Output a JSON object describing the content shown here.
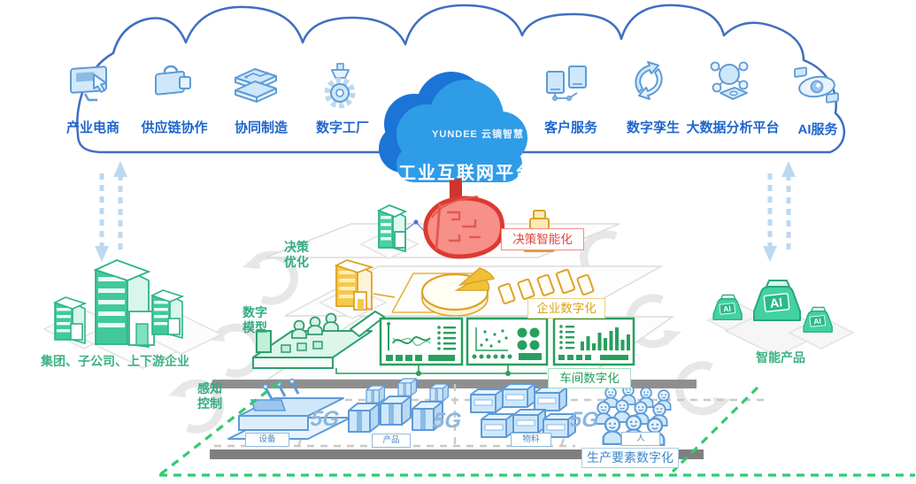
{
  "colors": {
    "brand_blue": "#2f9ce8",
    "deep_blue": "#1b74d6",
    "label_blue": "#1f66cc",
    "icon_blue": "#5e9bd8",
    "green": "#3bb385",
    "yellow": "#e0a62e",
    "red": "#e8423b",
    "platform_gray": "#8f8f8f"
  },
  "cloud": {
    "brand": "YUNDEE 云镝智慧",
    "title": "工业互联网平台"
  },
  "cloud_services": {
    "left": [
      {
        "label": "产业电商",
        "icon": "industry-ecommerce-icon"
      },
      {
        "label": "供应链协作",
        "icon": "supply-chain-icon"
      },
      {
        "label": "协同制造",
        "icon": "collaborative-manufacturing-icon"
      },
      {
        "label": "数字工厂",
        "icon": "digital-factory-icon"
      }
    ],
    "right": [
      {
        "label": "客户服务",
        "icon": "customer-service-icon"
      },
      {
        "label": "数字孪生",
        "icon": "digital-twin-icon"
      },
      {
        "label": "大数据分析平台",
        "icon": "big-data-analytics-icon"
      },
      {
        "label": "AI服务",
        "icon": "ai-service-icon"
      }
    ]
  },
  "left_group": {
    "label": "集团、子公司、上下游企业"
  },
  "right_group": {
    "label": "智能产品",
    "ai_text": "AI"
  },
  "layers": {
    "decision": {
      "side_label": "决策\n优化",
      "tag": "决策智能化"
    },
    "model": {
      "side_label": "数字\n模型",
      "tag_enterprise": "企业数字化",
      "tag_workshop": "车间数字化"
    },
    "perception": {
      "side_label": "感知\n控制",
      "tag": "生产要素数字化",
      "network_label": "5G",
      "items": [
        {
          "label": "设备"
        },
        {
          "label": "产品"
        },
        {
          "label": "物料"
        },
        {
          "label": "人"
        }
      ]
    }
  }
}
